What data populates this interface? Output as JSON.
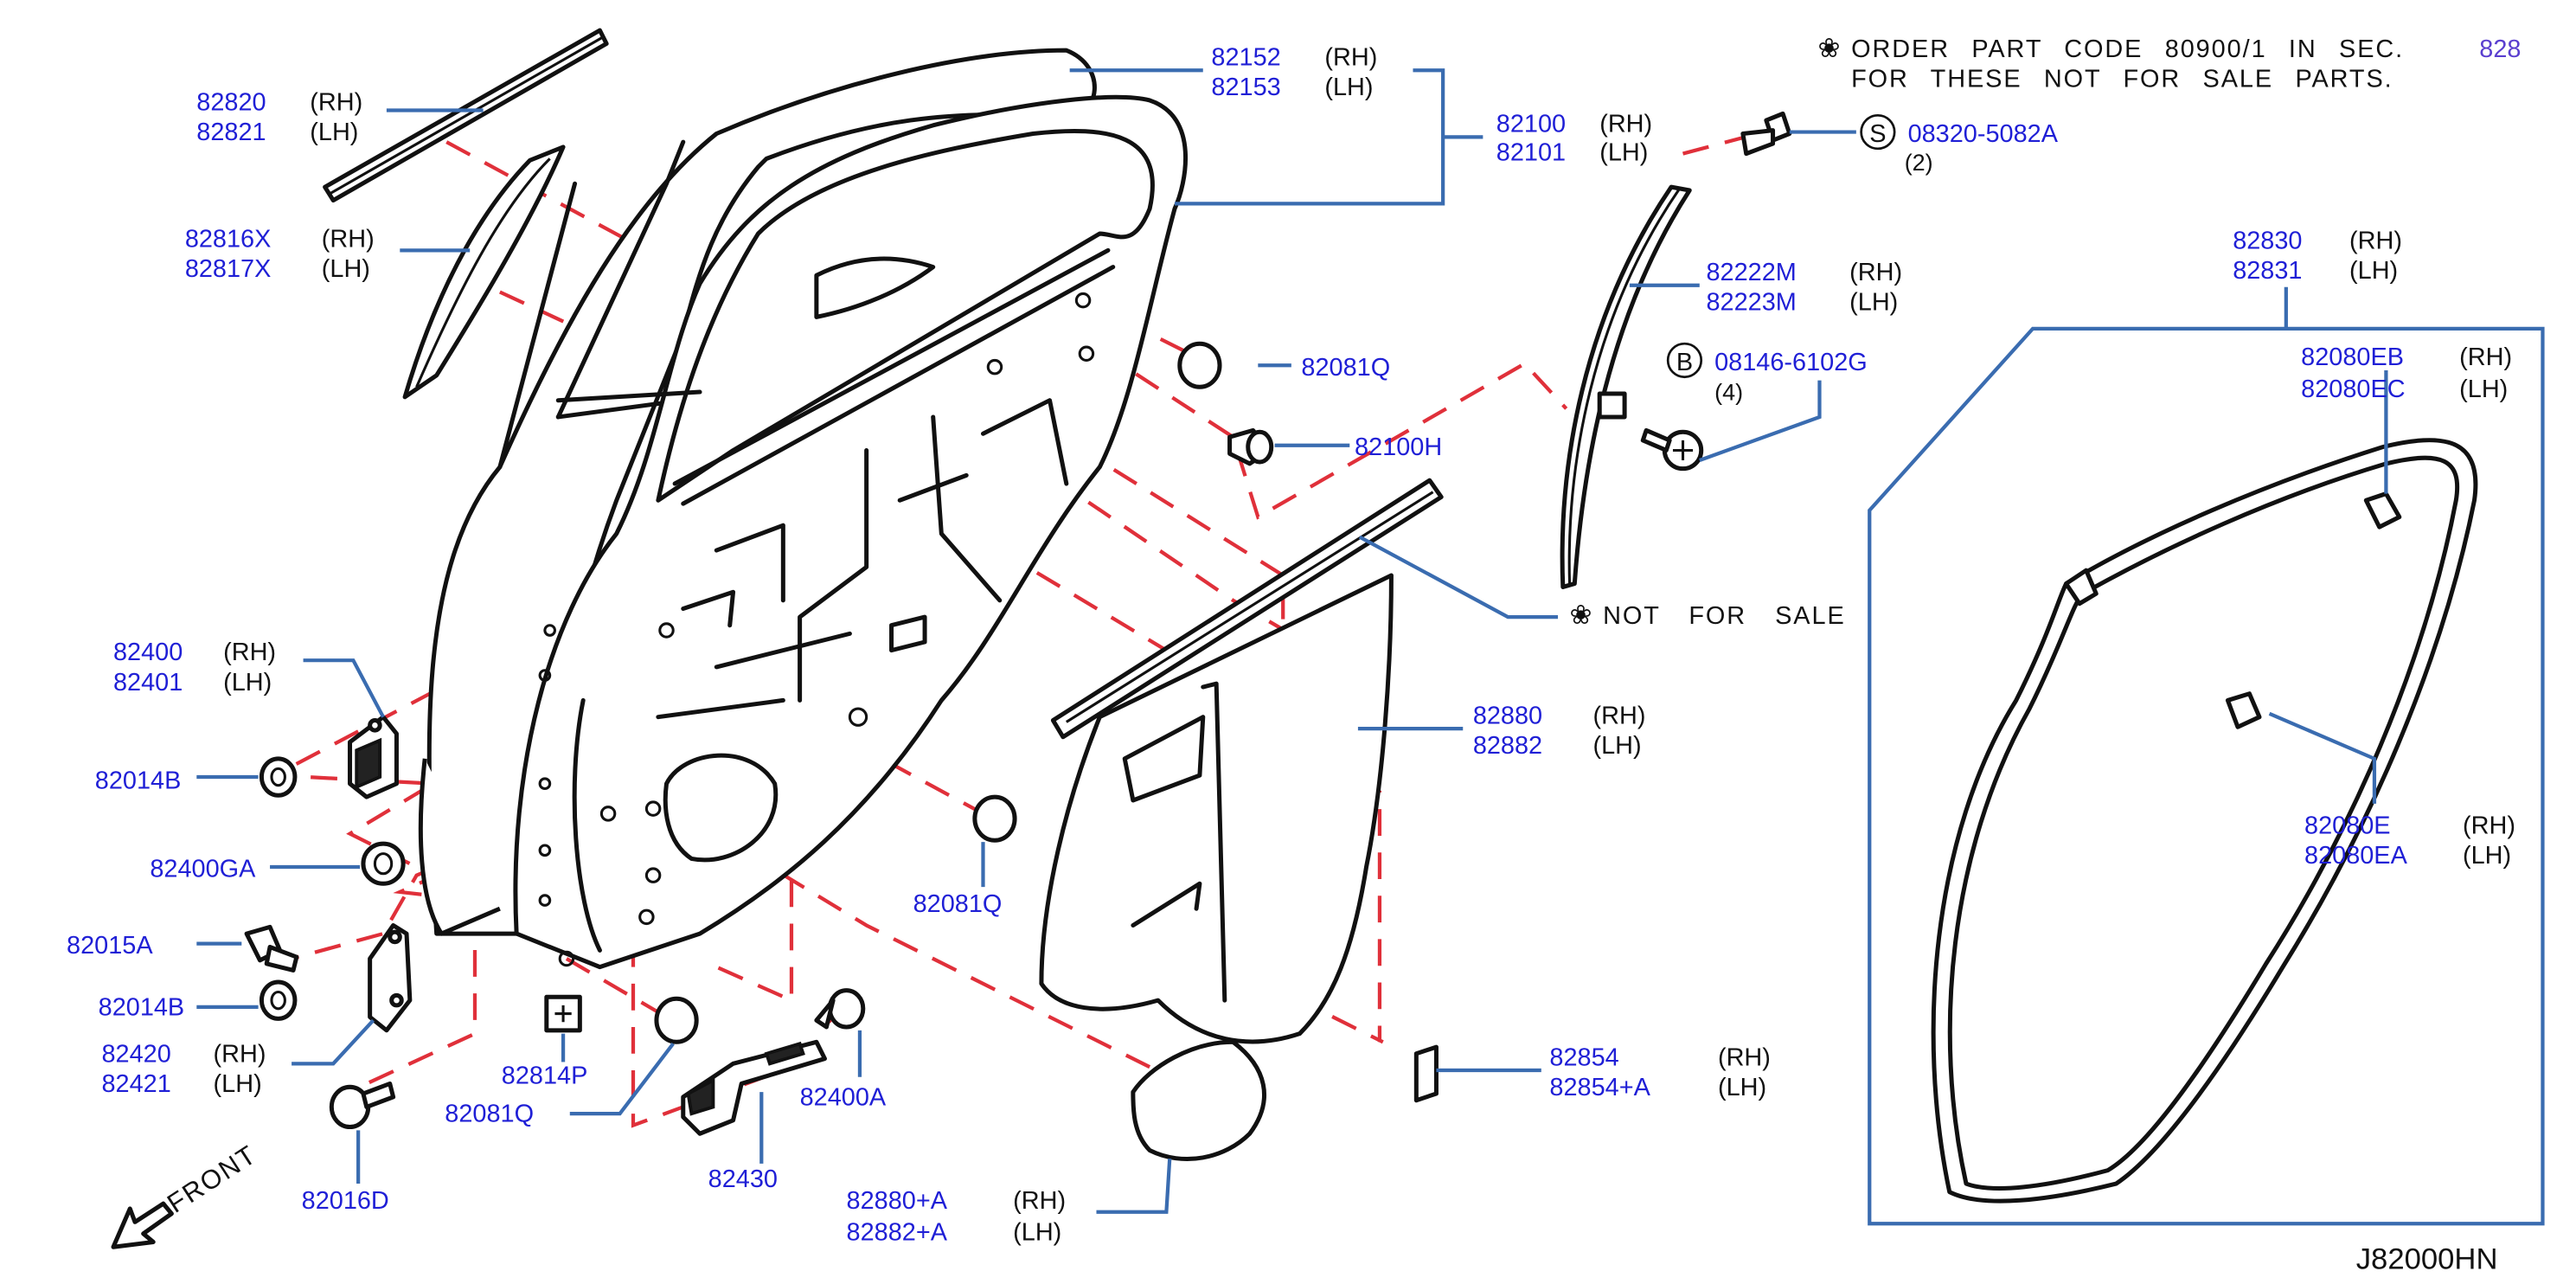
{
  "diagram": {
    "page_ref": "828",
    "diagram_code": "J82000HN",
    "front_label": "FRONT",
    "note": {
      "symbol": "❀",
      "line1": "ORDER PART CODE 80900/1 IN SEC.",
      "line2": "FOR THESE NOT FOR SALE PARTS."
    },
    "not_for_sale": {
      "symbol": "❀",
      "text": "NOT FOR SALE"
    },
    "callouts": {
      "c82820": {
        "number": "82820",
        "side": "(RH)"
      },
      "c82821": {
        "number": "82821",
        "side": "(LH)"
      },
      "c82816X": {
        "number": "82816X",
        "side": "(RH)"
      },
      "c82817X": {
        "number": "82817X",
        "side": "(LH)"
      },
      "c82152": {
        "number": "82152",
        "side": "(RH)"
      },
      "c82153": {
        "number": "82153",
        "side": "(LH)"
      },
      "c82100": {
        "number": "82100",
        "side": "(RH)"
      },
      "c82101": {
        "number": "82101",
        "side": "(LH)"
      },
      "c82081Q_a": {
        "number": "82081Q"
      },
      "c82100H": {
        "number": "82100H"
      },
      "c08320": {
        "prefix": "S",
        "number": "08320-5082A",
        "qty": "(2)"
      },
      "c08146": {
        "prefix": "B",
        "number": "08146-6102G",
        "qty": "(4)"
      },
      "c82222M": {
        "number": "82222M",
        "side": "(RH)"
      },
      "c82223M": {
        "number": "82223M",
        "side": "(LH)"
      },
      "c82830": {
        "number": "82830",
        "side": "(RH)"
      },
      "c82831": {
        "number": "82831",
        "side": "(LH)"
      },
      "c82080EB": {
        "number": "82080EB",
        "side": "(RH)"
      },
      "c82080EC": {
        "number": "82080EC",
        "side": "(LH)"
      },
      "c82080E": {
        "number": "82080E",
        "side": "(RH)"
      },
      "c82080EA": {
        "number": "82080EA",
        "side": "(LH)"
      },
      "c82400": {
        "number": "82400",
        "side": "(RH)"
      },
      "c82401": {
        "number": "82401",
        "side": "(LH)"
      },
      "c82014B_a": {
        "number": "82014B"
      },
      "c82400GA": {
        "number": "82400GA"
      },
      "c82015A": {
        "number": "82015A"
      },
      "c82014B_b": {
        "number": "82014B"
      },
      "c82420": {
        "number": "82420",
        "side": "(RH)"
      },
      "c82421": {
        "number": "82421",
        "side": "(LH)"
      },
      "c82016D": {
        "number": "82016D"
      },
      "c82814P": {
        "number": "82814P"
      },
      "c82081Q_b": {
        "number": "82081Q"
      },
      "c82081Q_c": {
        "number": "82081Q"
      },
      "c82430": {
        "number": "82430"
      },
      "c82400A": {
        "number": "82400A"
      },
      "c82880": {
        "number": "82880",
        "side": "(RH)"
      },
      "c82882": {
        "number": "82882",
        "side": "(LH)"
      },
      "c82854": {
        "number": "82854",
        "side": "(RH)"
      },
      "c82854A": {
        "number": "82854+A",
        "side": "(LH)"
      },
      "c82880A": {
        "number": "82880+A",
        "side": "(RH)"
      },
      "c82882A": {
        "number": "82882+A",
        "side": "(LH)"
      }
    }
  }
}
